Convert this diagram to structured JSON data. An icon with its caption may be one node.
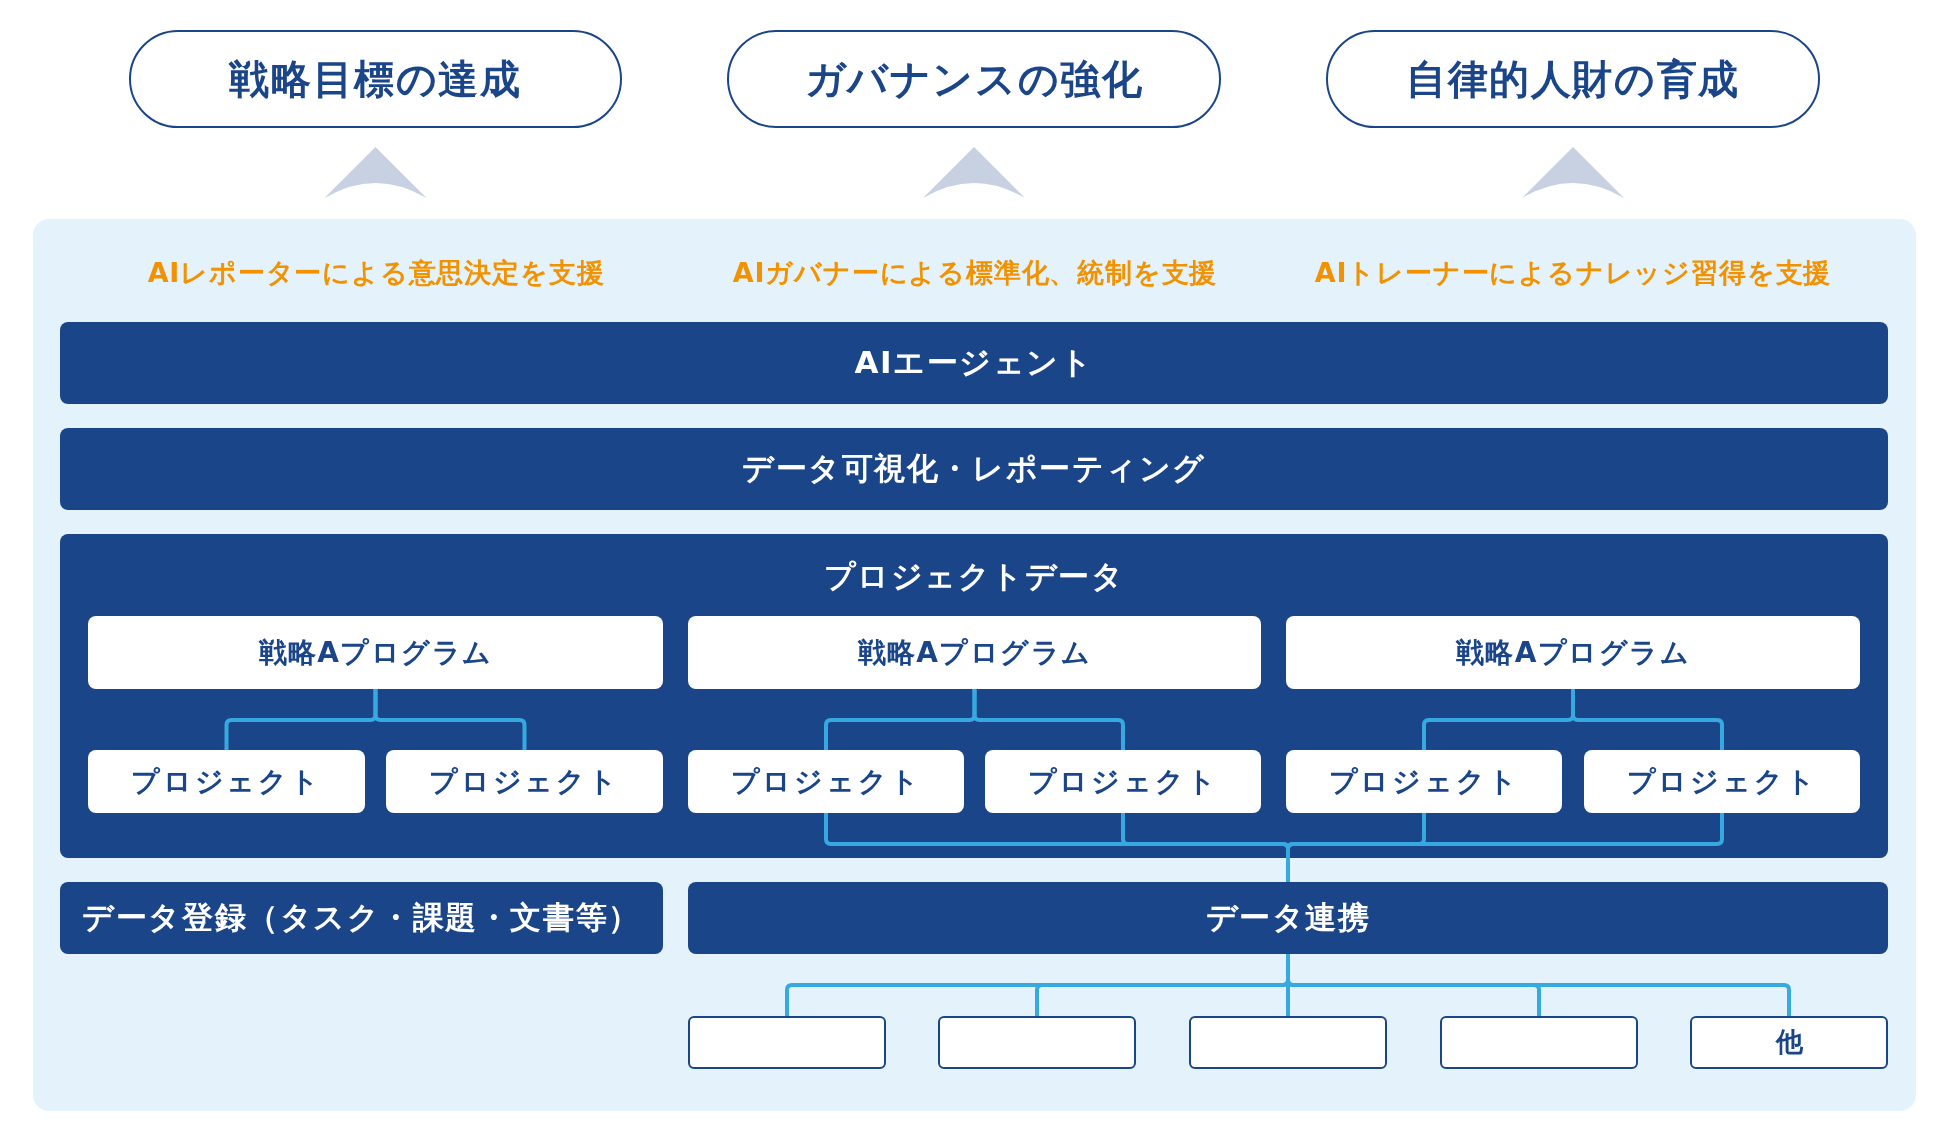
{
  "diagram": {
    "nodes": [
      {
        "text": [
          "戦略目標の達成"
        ]
      },
      {
        "text": [
          "ガバナンスの強化"
        ]
      },
      {
        "text": [
          "自律的人財の育成"
        ]
      },
      {
        "text": [],
        "shape": "box"
      },
      {
        "text": [
          "AIレポーターによる意思決定を支援"
        ],
        "in": 3
      },
      {
        "text": [
          "AIガバナーによる標準化、統制を支援"
        ],
        "in": 3
      },
      {
        "text": [
          "AIトレーナーによるナレッジ習得を支援"
        ],
        "in": 3
      },
      {
        "text": [
          "AIエージェント"
        ],
        "in": 3
      },
      {
        "text": [
          "データ可視化・レポーティング"
        ],
        "in": 3
      },
      {
        "text": [
          "プロジェクトデータ"
        ],
        "in": 3
      },
      {
        "text": [
          "戦略Aプログラム"
        ],
        "in": 9
      },
      {
        "text": [
          "戦略Aプログラム"
        ],
        "in": 9
      },
      {
        "text": [
          "戦略Aプログラム"
        ],
        "in": 9
      },
      {
        "text": [
          "プロジェクト"
        ],
        "in": 9
      },
      {
        "text": [
          "プロジェクト"
        ],
        "in": 9
      },
      {
        "text": [
          "プロジェクト"
        ],
        "in": 9
      },
      {
        "text": [
          "プロジェクト"
        ],
        "in": 9
      },
      {
        "text": [
          "プロジェクト"
        ],
        "in": 9
      },
      {
        "text": [
          "プロジェクト"
        ],
        "in": 9
      },
      {
        "text": [
          "データ登録（タスク・課題・文書等）"
        ],
        "in": 3
      },
      {
        "text": [
          "データ連携"
        ],
        "in": 3
      },
      {
        "text": [],
        "shape": "box",
        "in": 3
      },
      {
        "text": [],
        "shape": "box",
        "in": 3
      },
      {
        "text": [],
        "shape": "box",
        "in": 3
      },
      {
        "text": [],
        "shape": "box",
        "in": 3
      },
      {
        "text": [
          "他"
        ],
        "in": 3
      }
    ],
    "edges": [
      {
        "from": 4,
        "to": 0,
        "arrow": "to",
        "color": "#c7d1e2"
      },
      {
        "from": 5,
        "to": 1,
        "arrow": "to",
        "color": "#c7d1e2"
      },
      {
        "from": 6,
        "to": 2,
        "arrow": "to",
        "color": "#c7d1e2"
      },
      {
        "from": 10,
        "to": 13,
        "arrow": "none"
      },
      {
        "from": 10,
        "to": 14,
        "arrow": "none"
      },
      {
        "from": 11,
        "to": 15,
        "arrow": "none"
      },
      {
        "from": 11,
        "to": 16,
        "arrow": "none"
      },
      {
        "from": 12,
        "to": 17,
        "arrow": "none"
      },
      {
        "from": 12,
        "to": 18,
        "arrow": "none"
      },
      {
        "from": 15,
        "to": 20,
        "arrow": "none"
      },
      {
        "from": 16,
        "to": 20,
        "arrow": "none"
      },
      {
        "from": 17,
        "to": 20,
        "arrow": "none"
      },
      {
        "from": 18,
        "to": 20,
        "arrow": "none"
      },
      {
        "from": 20,
        "to": 21,
        "arrow": "none"
      },
      {
        "from": 20,
        "to": 22,
        "arrow": "none"
      },
      {
        "from": 20,
        "to": 23,
        "arrow": "none"
      },
      {
        "from": 20,
        "to": 24,
        "arrow": "none"
      },
      {
        "from": 20,
        "to": 25,
        "arrow": "none"
      }
    ]
  }
}
